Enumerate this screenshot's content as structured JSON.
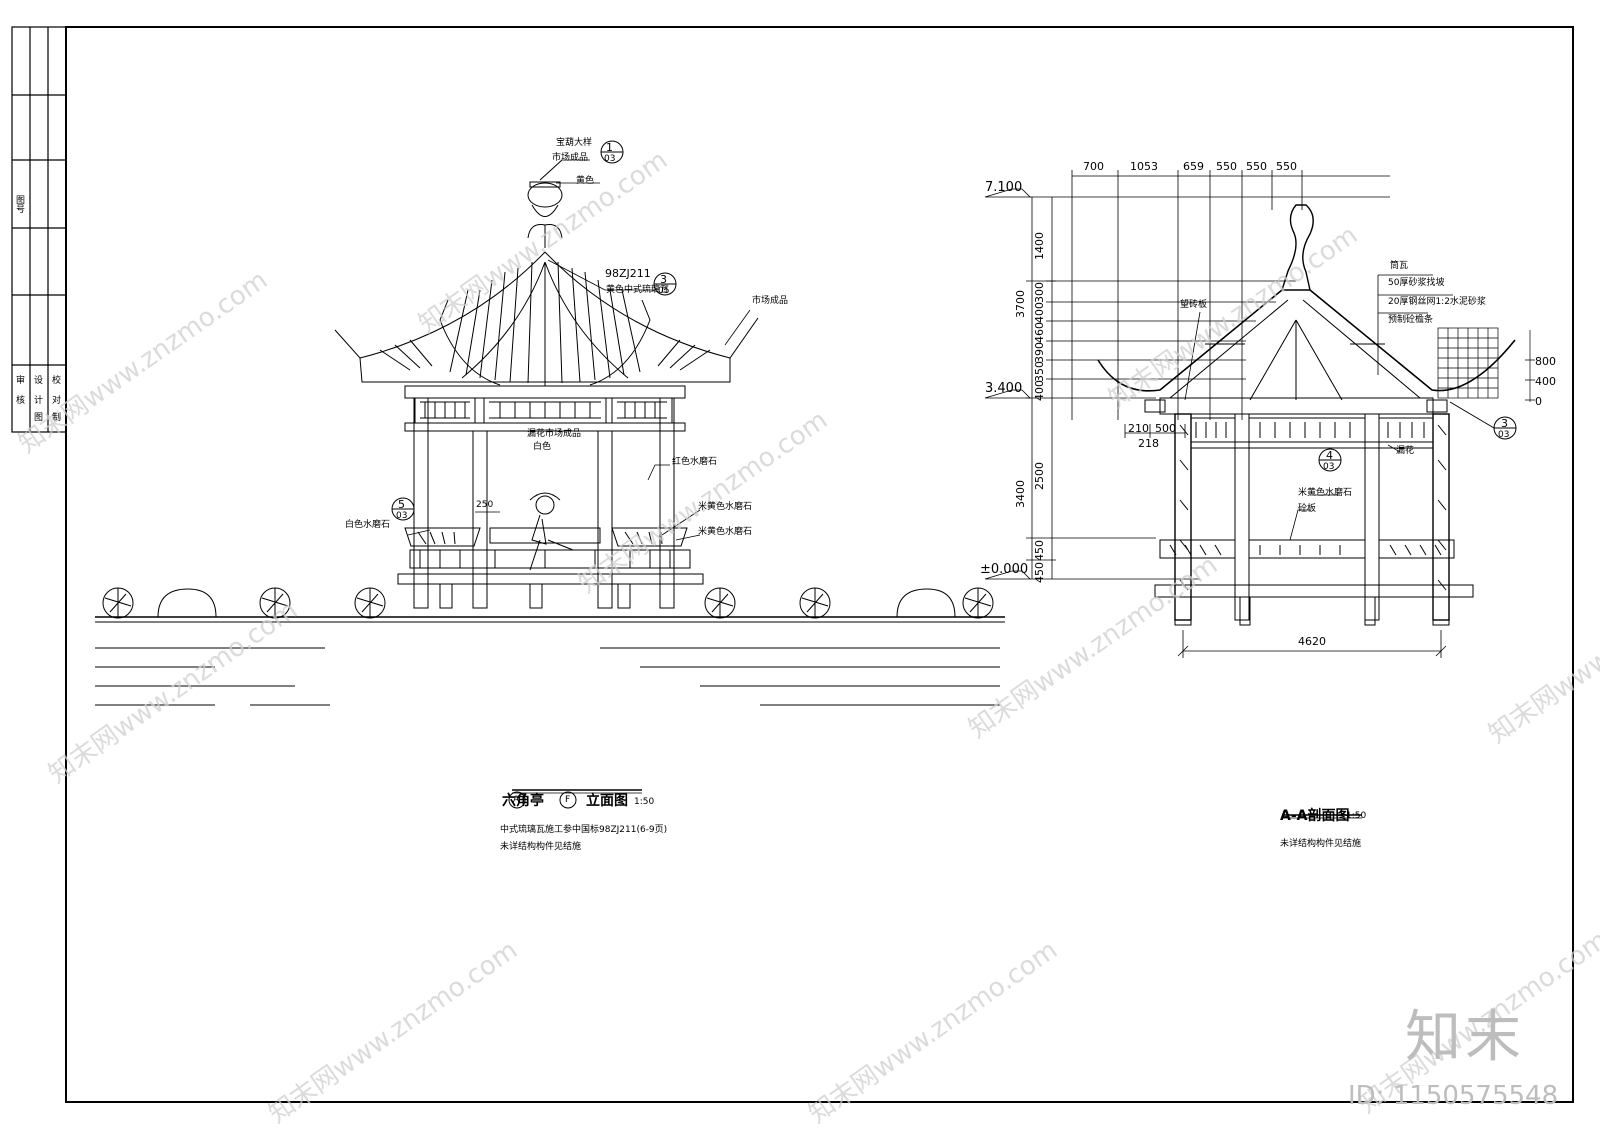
{
  "title_block": {
    "left_strip": [
      "审",
      "核",
      "设",
      "计",
      "校",
      "对",
      "制",
      "图"
    ],
    "approval": "图号"
  },
  "elevation": {
    "title": "六角亭",
    "axis_a": "A",
    "axis_f": "F",
    "title_suffix": "立面图",
    "scale": "1:50",
    "note1": "中式琉璃瓦施工参中国标98ZJ211(6-9页)",
    "note2": "未详结构构件见结施",
    "labels": {
      "finial": "宝葫大样",
      "finial_sub": "市场成品",
      "finial_color": "黄色",
      "std_code": "98ZJ211",
      "roof_tile": "黄色中式琉璃瓦",
      "roof_end": "市场成品",
      "railing_top": "漏花市场成品",
      "railing_white": "白色",
      "red_stone": "红色水磨石",
      "yellow_stone1": "米黄色水磨石",
      "yellow_stone2": "米黄色水磨石",
      "white_stone": "白色水磨石",
      "dim_250": "250"
    },
    "callouts": [
      {
        "num": "1",
        "sheet": "03"
      },
      {
        "num": "3",
        "sheet": "05"
      },
      {
        "num": "5",
        "sheet": "03"
      }
    ]
  },
  "section": {
    "title": "A-A剖面图",
    "scale": "1:50",
    "note": "未详结构构件见结施",
    "top_dims": [
      "700",
      "1053",
      "659",
      "550",
      "550",
      "550"
    ],
    "levels": [
      "7.100",
      "3.400",
      "±0.000"
    ],
    "left_dims_outer": [
      "1400",
      "3700",
      "2500",
      "3400",
      "450",
      "450"
    ],
    "left_dims_inner": [
      "300",
      "400",
      "460",
      "390",
      "350",
      "400"
    ],
    "bottom_dim": "4620",
    "eave_dims": [
      "210",
      "500",
      "218"
    ],
    "right_scale": [
      "800",
      "400",
      "0"
    ],
    "labels": {
      "tile": "筒瓦",
      "layer1": "50厚砂浆找坡",
      "layer2": "20厚钢丝网1:2水泥砂浆",
      "layer3": "预制砼檐条",
      "board": "望砖板",
      "lattice": "漏花",
      "yellow_stone": "米黄色水磨石",
      "bench": "砼板"
    },
    "callouts": [
      {
        "num": "4",
        "sheet": "03"
      },
      {
        "num": "3",
        "sheet": "03"
      }
    ]
  },
  "watermark": {
    "brand": "知末",
    "id_text": "ID: 1150575548",
    "site": "知末网www.znzmo.com"
  }
}
